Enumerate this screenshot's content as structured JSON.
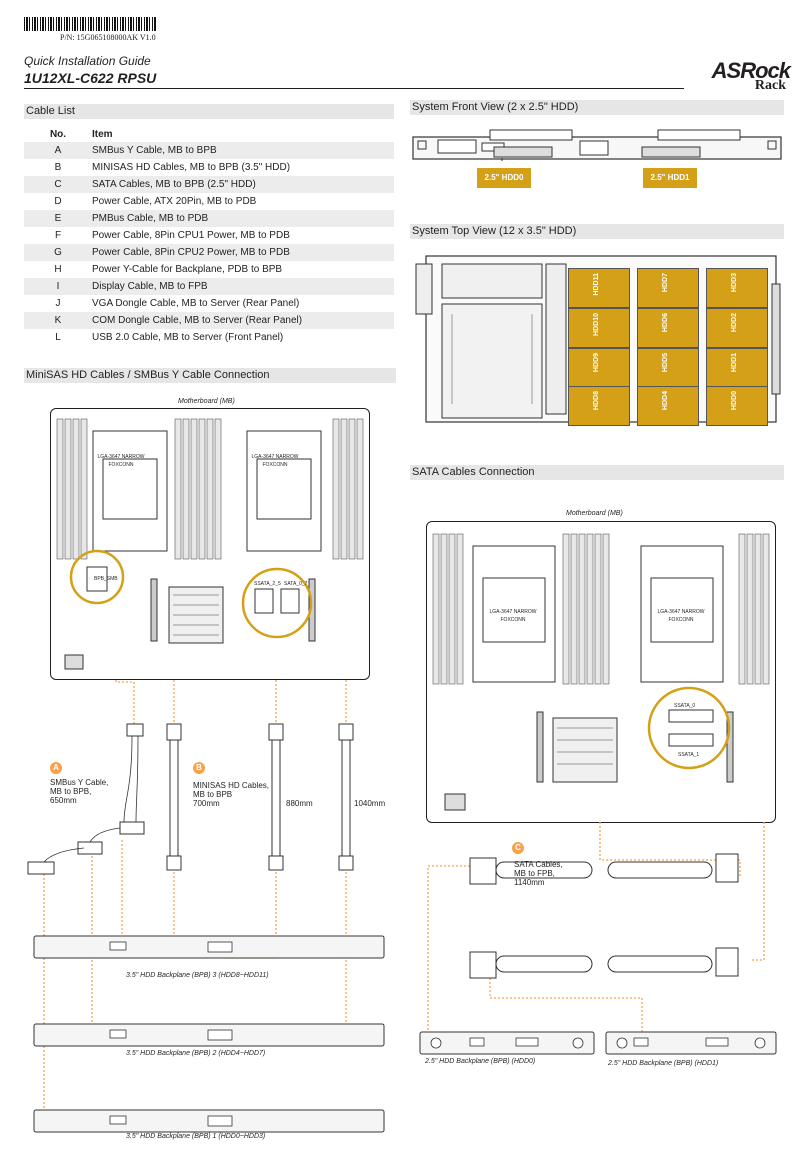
{
  "header": {
    "part_number": "P/N: 15G065108000AK V1.0",
    "guide_title": "Quick Installation Guide",
    "model": "1U12XL-C622 RPSU",
    "logo_main": "ASRock",
    "logo_sub": "Rack"
  },
  "cable_list": {
    "title": "Cable List",
    "col_no": "No.",
    "col_item": "Item",
    "rows": [
      {
        "no": "A",
        "item": "SMBus Y Cable, MB to BPB"
      },
      {
        "no": "B",
        "item": "MINISAS HD Cables, MB to BPB (3.5\" HDD)"
      },
      {
        "no": "C",
        "item": "SATA Cables, MB to BPB (2.5\" HDD)"
      },
      {
        "no": "D",
        "item": "Power Cable, ATX 20Pin, MB to PDB"
      },
      {
        "no": "E",
        "item": "PMBus Cable, MB to PDB"
      },
      {
        "no": "F",
        "item": "Power Cable, 8Pin CPU1 Power, MB to PDB"
      },
      {
        "no": "G",
        "item": "Power Cable, 8Pin CPU2 Power, MB to PDB"
      },
      {
        "no": "H",
        "item": "Power Y-Cable for Backplane, PDB to BPB"
      },
      {
        "no": "I",
        "item": "Display Cable, MB to FPB"
      },
      {
        "no": "J",
        "item": "VGA Dongle Cable, MB to Server (Rear Panel)"
      },
      {
        "no": "K",
        "item": "COM Dongle Cable, MB to Server (Rear Panel)"
      },
      {
        "no": "L",
        "item": "USB 2.0 Cable, MB to Server (Front Panel)"
      }
    ]
  },
  "front_view": {
    "title": "System Front View (2 x 2.5\" HDD)",
    "hdd0": "2.5\" HDD0",
    "hdd1": "2.5\" HDD1"
  },
  "top_view": {
    "title": "System Top View (12 x 3.5\" HDD)",
    "bays": [
      "HDD11",
      "HDD7",
      "HDD3",
      "HDD10",
      "HDD6",
      "HDD2",
      "HDD9",
      "HDD5",
      "HDD1",
      "HDD8",
      "HDD4",
      "HDD0"
    ]
  },
  "minisas": {
    "title": "MiniSAS HD Cables / SMBus Y Cable Connection",
    "motherboard_caption": "Motherboard (MB)",
    "cpu_label_1": "LGA-3647 NARROW",
    "cpu_label_2": "FOXCONN",
    "bpb_smb": "BPB_SMB",
    "sata_2_5": "SSATA_2_5",
    "sata_0_7": "SATA_0_7",
    "badge_a": "A",
    "text_a": [
      "SMBus Y Cable,",
      "MB to BPB,",
      "650mm"
    ],
    "badge_b": "B",
    "text_b": [
      "MINISAS HD Cables,",
      "MB to BPB",
      "700mm"
    ],
    "len_880": "880mm",
    "len_1040": "1040mm",
    "bpb3": "3.5\" HDD Backplane (BPB) 3 (HDD8~HDD11)",
    "bpb2": "3.5\" HDD Backplane (BPB) 2 (HDD4~HDD7)",
    "bpb1": "3.5\" HDD Backplane (BPB) 1 (HDD0~HDD3)"
  },
  "sata": {
    "title": "SATA Cables Connection",
    "motherboard_caption": "Motherboard (MB)",
    "cpu_label_1": "LGA-3647 NARROW",
    "cpu_label_2": "FOXCONN",
    "ssata_0": "SSATA_0",
    "ssata_1": "SSATA_1",
    "badge_c": "C",
    "text_c": [
      "SATA Cables,",
      "MB to FPB,",
      "1140mm"
    ],
    "bpb_hdd0": "2.5\" HDD Backplane (BPB) (HDD0)",
    "bpb_hdd1": "2.5\" HDD Backplane (BPB) (HDD1)"
  },
  "colors": {
    "accent_orange": "#f7a24a",
    "hdd_gold": "#d4a017",
    "header_gray": "#e6e6e6"
  }
}
